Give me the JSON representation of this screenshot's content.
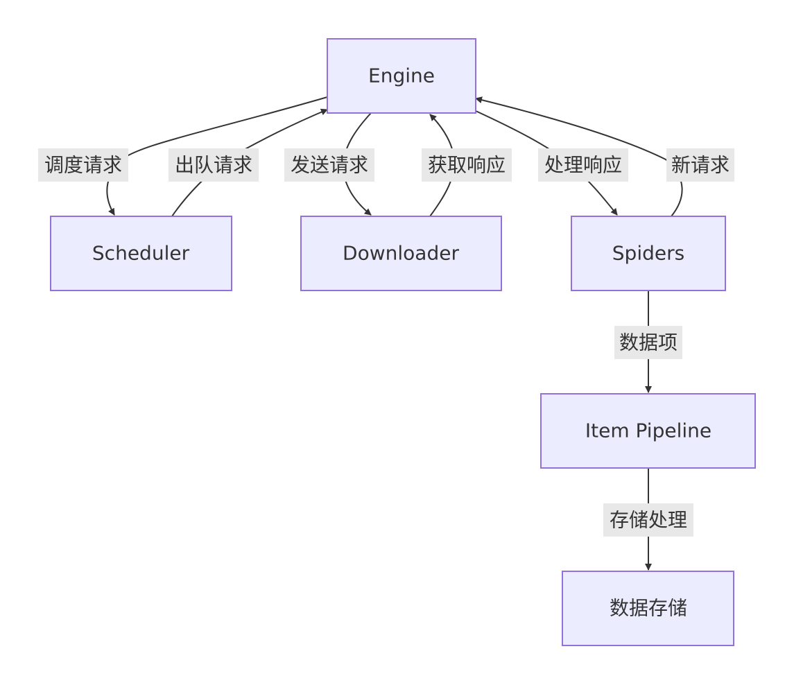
{
  "nodes": {
    "engine": "Engine",
    "scheduler": "Scheduler",
    "downloader": "Downloader",
    "spiders": "Spiders",
    "item_pipeline": "Item Pipeline",
    "storage": "数据存储"
  },
  "edges": {
    "schedule_request": "调度请求",
    "dequeue_request": "出队请求",
    "send_request": "发送请求",
    "get_response": "获取响应",
    "process_response": "处理响应",
    "new_request": "新请求",
    "data_item": "数据项",
    "store_process": "存储处理"
  },
  "colors": {
    "node_fill": "#ececff",
    "node_stroke": "#9370db",
    "edge_stroke": "#333333",
    "label_bg": "#e8e8e8",
    "text": "#333333"
  }
}
